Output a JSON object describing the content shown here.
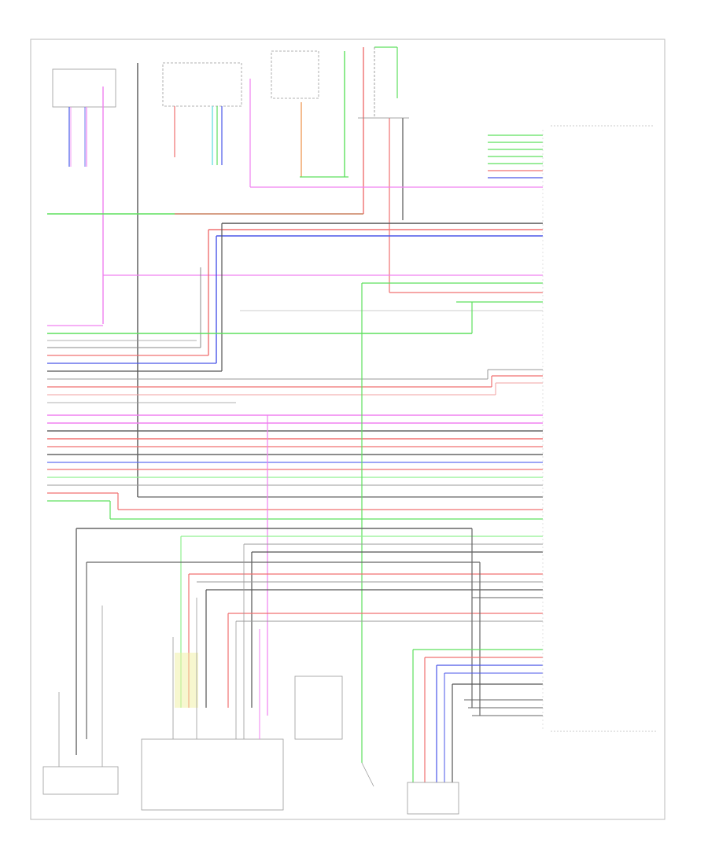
{
  "footer": {
    "page_number": "",
    "left_title": "",
    "center_title": "",
    "right_title": ""
  },
  "module": {
    "name": ""
  },
  "components": [
    {
      "id": "transmission-sensor",
      "label": ""
    },
    {
      "id": "power-supply",
      "label": ""
    },
    {
      "id": "multifunction-switch",
      "label": ""
    },
    {
      "id": "ignition-switch",
      "label": ""
    },
    {
      "id": "parking-brake-switch",
      "label": ""
    },
    {
      "id": "tow-haul-switch",
      "label": ""
    },
    {
      "id": "antenna-module",
      "label": ""
    },
    {
      "id": "audio-head-unit",
      "label": ""
    },
    {
      "id": "vehicle-speed-sensor",
      "label": ""
    },
    {
      "id": "usb-connector",
      "label": ""
    }
  ],
  "right_pin_labels": [
    "",
    "",
    "",
    "",
    "",
    "",
    "",
    "",
    "",
    "",
    "",
    "",
    ""
  ],
  "colors": {
    "green": "#5ee05e",
    "red": "#f07070",
    "blue": "#4a56e8",
    "magenta": "#f080f0",
    "gray": "#8a8a8a",
    "dark": "#555555",
    "pink": "#ff9aa8",
    "cyan": "#6ee0e0",
    "yellow": "#f0f0a0",
    "orange": "#f0a060",
    "frame": "#bbbbbb"
  }
}
